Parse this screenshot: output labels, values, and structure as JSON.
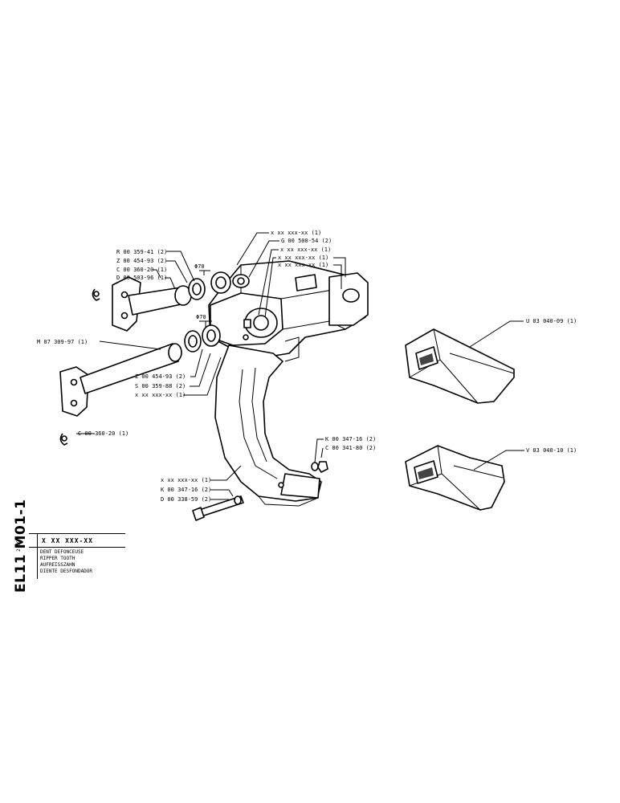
{
  "diagram": {
    "dim_top": "Φ70",
    "dim_mid": "Φ70",
    "labels": {
      "x_xx_a": "x xx xxx-xx (1)",
      "g_500_54": "G 00 500-54 (2)",
      "x_xx_b": "x xx xxx-xx (1)",
      "x_xx_c": "x xx xxx-xx (1)",
      "x_xx_d": "x xx xxx-xx (1)",
      "r_359_41": "R 00 359-41 (2)",
      "z_454_93_top": "Z 00 454-93 (2)",
      "c_360_20_top": "C 00 360-20 (1)",
      "d_503_96": "D 00 503-96 (1)",
      "m_309_97": "M 07 309-97 (1)",
      "z_454_93_mid": "Z 00 454-93 (2)",
      "s_359_88": "S 00 359-88 (2)",
      "x_xx_e": "x xx xxx-xx (1)",
      "c_360_20_low": "C 00 360-20 (1)",
      "k_347_16_right": "K 00 347-16 (2)",
      "c_341_80": "C 00 341-80 (2)",
      "x_xx_f": "x xx xxx-xx (1)",
      "k_347_16_left": "K 00 347-16 (2)",
      "d_338_59": "D 00 338-59 (2)",
      "u_03_040_09": "U 03 040-09 (1)",
      "v_03_040_10": "V 03 040-10 (1)"
    }
  },
  "title_block": {
    "vertical_code": "EL11 M01-1",
    "part_code": "X XX XXX-XX",
    "date": "2-79",
    "names": [
      "DENT DEFONCEUSE",
      "RIPPER TOOTH",
      "AUFREISSZAHN",
      "DIENTE DESFONDADOR"
    ]
  }
}
